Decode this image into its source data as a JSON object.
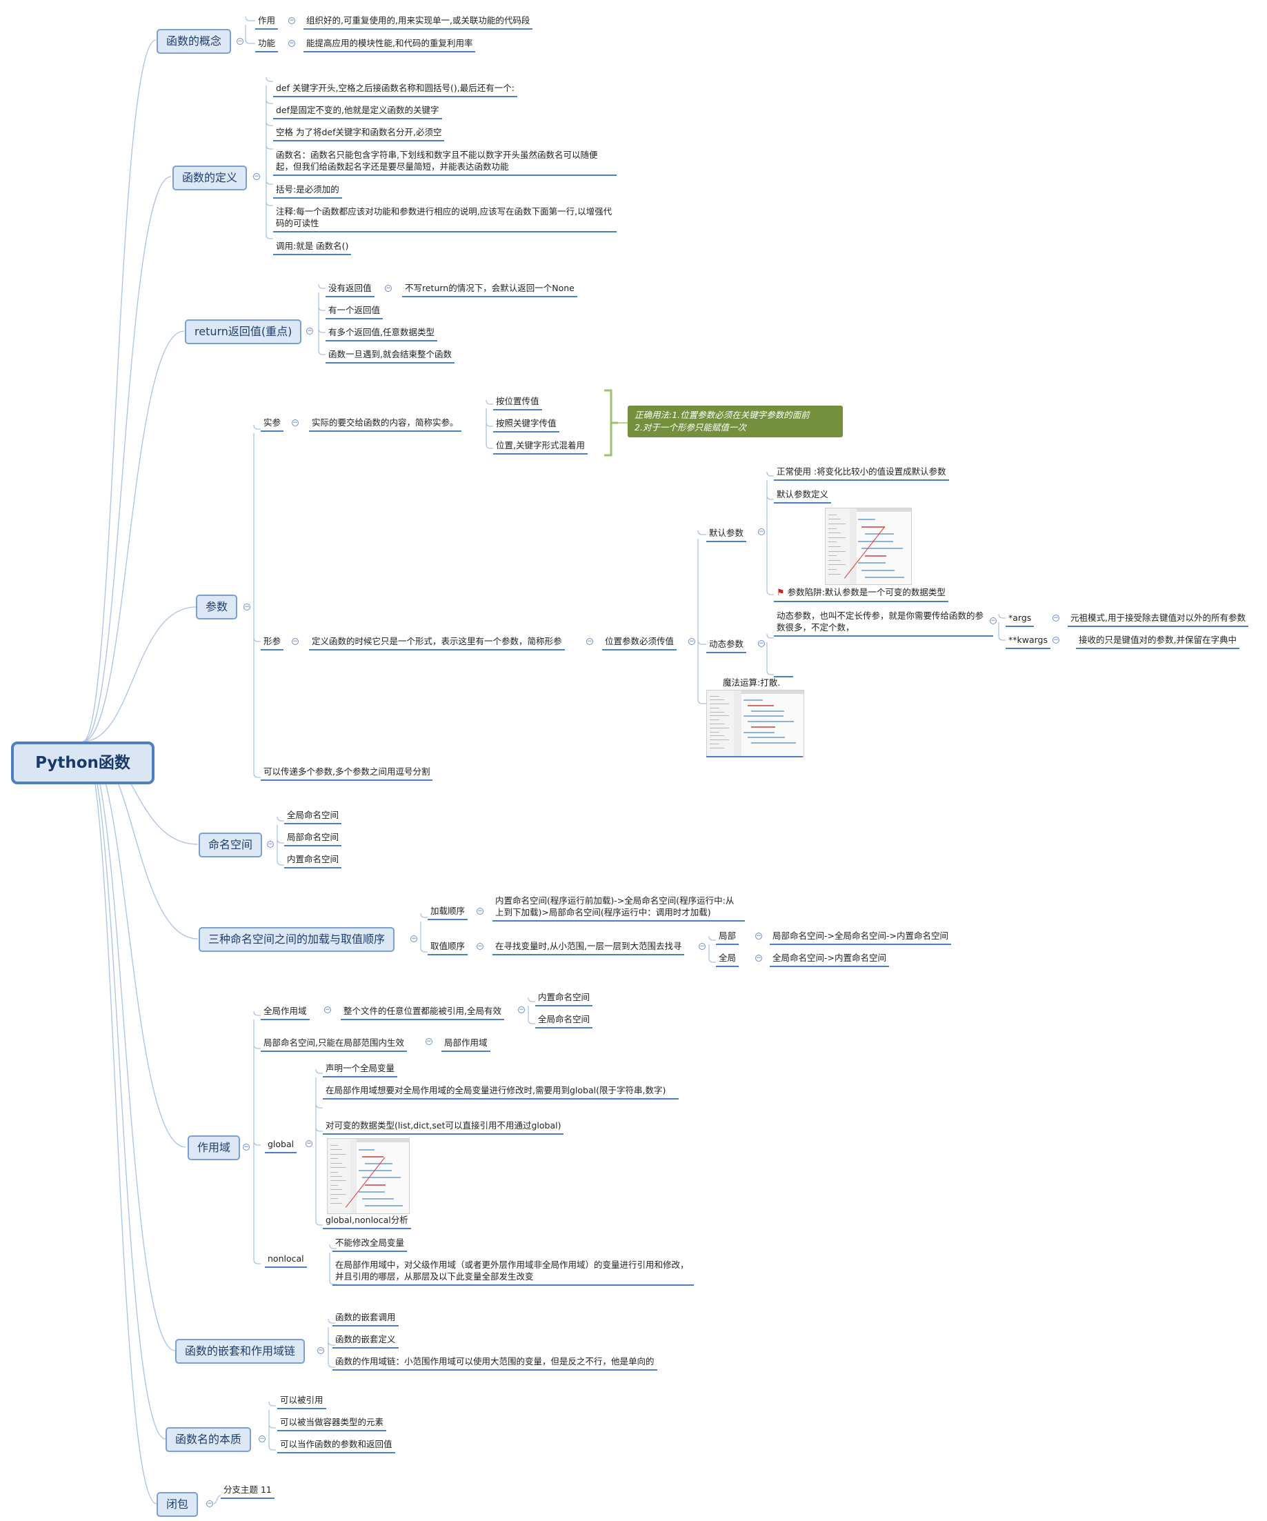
{
  "root": "Python函数",
  "sections": {
    "concept": {
      "title": "函数的概念",
      "use_label": "作用",
      "use_text": "组织好的,可重复使用的,用来实现单一,或关联功能的代码段",
      "func_label": "功能",
      "func_text": "能提高应用的模块性能,和代码的重复利用率"
    },
    "definition": {
      "title": "函数的定义",
      "items": [
        "def 关键字开头,空格之后接函数名称和圆括号(),最后还有一个:",
        "def是固定不变的,他就是定义函数的关键字",
        "空格 为了将def关键字和函数名分开,必须空",
        "函数名：函数名只能包含字符串,下划线和数字且不能以数字开头虽然函数名可以随便起，但我们给函数起名字还是要尽量简短，并能表达函数功能",
        "括号:是必须加的",
        "注释:每一个函数都应该对功能和参数进行相应的说明,应该写在函数下面第一行,以增强代码的可读性",
        "调用:就是 函数名()"
      ]
    },
    "return": {
      "title": "return返回值(重点)",
      "no_return": "没有返回值",
      "no_return_note": "不写return的情况下，会默认返回一个None",
      "items": [
        "有一个返回值",
        "有多个返回值,任意数据类型",
        "函数一旦遇到,就会结束整个函数"
      ]
    },
    "params": {
      "title": "参数",
      "actual_label": "实参",
      "actual_text": "实际的要交给函数的内容，简称实参。",
      "actual_items": [
        "按位置传值",
        "按照关键字传值",
        "位置,关键字形式混着用"
      ],
      "callout": [
        "正确用法:1.位置参数必须在关键字参数的面前",
        "2.对于一个形参只能赋值一次"
      ],
      "formal_label": "形参",
      "formal_text": "定义函数的时候它只是一个形式，表示这里有一个参数，简称形参",
      "positional": "位置参数必须传值",
      "default_label": "默认参数",
      "default_items": [
        "正常使用 :将变化比较小的值设置成默认参数",
        "默认参数定义"
      ],
      "default_trap": "参数陷阱:默认参数是一个可变的数据类型",
      "dynamic_label": "动态参数",
      "dynamic_text": "动态参数，也叫不定长传参，就是你需要传给函数的参数很多，不定个数，",
      "args_label": "*args",
      "args_text": "元祖模式,用于接受除去键值对以外的所有参数",
      "kwargs_label": "**kwargs",
      "kwargs_text": "接收的只是键值对的参数,并保留在字典中",
      "magic": "魔法运算:打散.",
      "multi": "可以传递多个参数,多个参数之间用逗号分割"
    },
    "namespace": {
      "title": "命名空间",
      "items": [
        "全局命名空间",
        "局部命名空间",
        "内置命名空间"
      ]
    },
    "order": {
      "title": "三种命名空间之间的加载与取值顺序",
      "load_label": "加载顺序",
      "load_text": "内置命名空间(程序运行前加载)->全局命名空间(程序运行中:从上到下加载)>局部命名空间(程序运行中：调用时才加载)",
      "fetch_label": "取值顺序",
      "fetch_text": "在寻找变量时,从小范围,一层一层到大范围去找寻",
      "local_label": "局部",
      "local_text": "局部命名空间->全局命名空间->内置命名空间",
      "global_label": "全局",
      "global_text": "全局命名空间->内置命名空间"
    },
    "scope": {
      "title": "作用域",
      "global_scope": "全局作用域",
      "global_scope_text": "整个文件的任意位置都能被引用,全局有效",
      "global_scope_items": [
        "内置命名空间",
        "全局命名空间"
      ],
      "local_ns": "局部命名空间,只能在局部范围内生效",
      "local_scope": "局部作用域",
      "global_kw": "global",
      "global_items": [
        "声明一个全局变量",
        "在局部作用域想要对全局作用域的全局变量进行修改时,需要用到global(限于字符串,数字)",
        "对可变的数据类型(list,dict,set可以直接引用不用通过global)"
      ],
      "global_analysis": "global,nonlocal分析",
      "nonlocal_kw": "nonlocal",
      "nonlocal_items": [
        "不能修改全局变量",
        "在局部作用域中，对父级作用域（或者更外层作用域非全局作用域）的变量进行引用和修改，并且引用的哪层，从那层及以下此变量全部发生改变"
      ]
    },
    "nesting": {
      "title": "函数的嵌套和作用域链",
      "items": [
        "函数的嵌套调用",
        "函数的嵌套定义",
        "函数的作用域链：小范围作用域可以使用大范围的变量，但是反之不行，他是单向的"
      ]
    },
    "essence": {
      "title": "函数名的本质",
      "items": [
        "可以被引用",
        "可以被当做容器类型的元素",
        "可以当作函数的参数和返回值"
      ]
    },
    "closure": {
      "title": "闭包",
      "item": "分支主题 11"
    }
  },
  "colors": {
    "line": "#4a7ec2",
    "edge": "#a9c2e6",
    "callout": "#73913c",
    "bracket": "#9cc36d"
  }
}
